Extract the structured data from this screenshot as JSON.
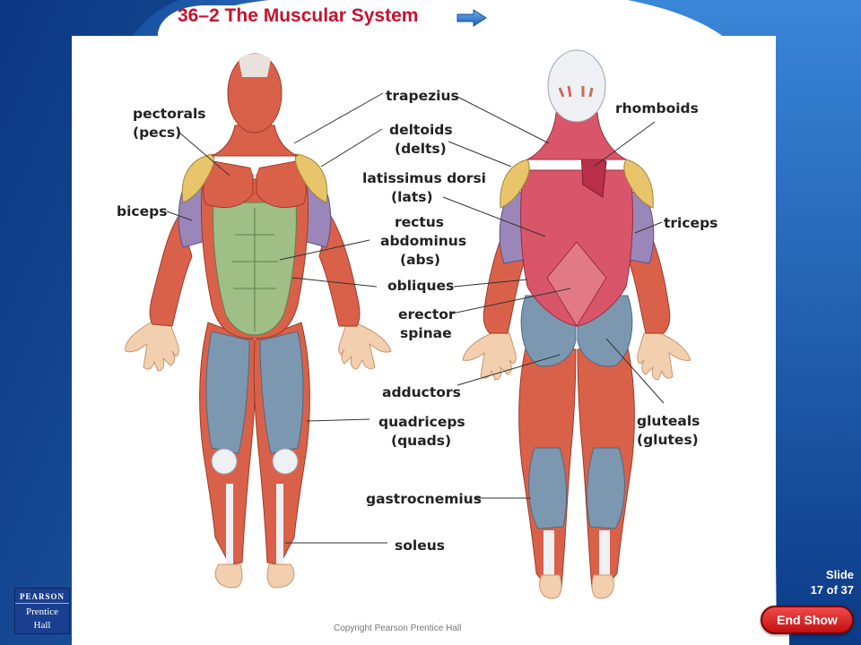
{
  "slide": {
    "title": "36–2 The Muscular System",
    "slide_label": "Slide",
    "slide_position": "17 of 37",
    "end_show_label": "End Show",
    "copyright": "Copyright Pearson Prentice Hall",
    "publisher_logo_line1": "PEARSON",
    "publisher_logo_line2": "Prentice",
    "publisher_logo_line3": "Hall"
  },
  "diagram": {
    "labels": {
      "pectorals_1": "pectorals",
      "pectorals_2": "(pecs)",
      "biceps": "biceps",
      "trapezius": "trapezius",
      "deltoids_1": "deltoids",
      "deltoids_2": "(delts)",
      "lats_1": "latissimus dorsi",
      "lats_2": "(lats)",
      "rectus_1": "rectus",
      "rectus_2": "abdominus",
      "rectus_3": "(abs)",
      "obliques": "obliques",
      "erector_1": "erector",
      "erector_2": "spinae",
      "adductors": "adductors",
      "quads_1": "quadriceps",
      "quads_2": "(quads)",
      "gastrocnemius": "gastrocnemius",
      "soleus": "soleus",
      "rhomboids": "rhomboids",
      "triceps": "triceps",
      "gluteals_1": "gluteals",
      "gluteals_2": "(glutes)"
    }
  },
  "colors": {
    "title_red": "#c8102e",
    "frame_blue": "#1e5fb4",
    "muscle_red": "#d9614a",
    "shoulder_yellow": "#e8c56a",
    "abs_green": "#9fbf86",
    "leg_blue": "#7c98b0",
    "back_pink": "#d9566a",
    "skin": "#f2cfae"
  }
}
